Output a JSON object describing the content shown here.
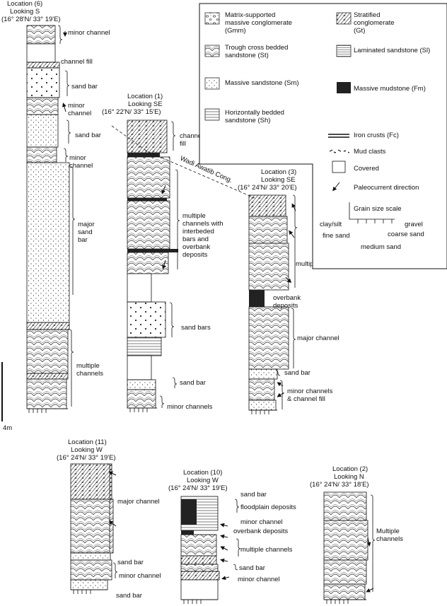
{
  "columns": {
    "loc6": {
      "title": "Location (6)",
      "looking": "Looking S",
      "coords": "(16° 28'N/ 33° 19'E)",
      "labels": [
        "minor channel",
        "channel fill",
        "sand bar",
        "minor channel",
        "sand bar",
        "minor channel",
        "major sand bar",
        "multiple channels"
      ]
    },
    "loc1": {
      "title": "Location (1)",
      "looking": "Looking SE",
      "coords": "(16° 22'N/ 33° 15'E)",
      "labels": [
        "channel fill",
        "multiple channels with interbeded bars and overbank deposits",
        "sand bars",
        "sand bar",
        "minor channels"
      ]
    },
    "loc3": {
      "title": "Location (3)",
      "looking": "Looking SE",
      "coords": "(16° 24'N/ 33° 20'E)",
      "labels": [
        "multiple channels fill",
        "overbank deposits",
        "major channel",
        "sand bar",
        "minor channels & channel fill"
      ]
    },
    "loc11": {
      "title": "Location (11)",
      "looking": "Looking W",
      "coords": "(16° 24'N/ 33° 19'E)",
      "labels": [
        "major channel",
        "sand bar",
        "minor channel",
        "sand bar"
      ]
    },
    "loc10": {
      "title": "Location (10)",
      "looking": "Looking W",
      "coords": "(16° 24'N/ 33° 19'E)",
      "labels": [
        "sand bar",
        "floodplain deposits",
        "minor channel",
        "overbank deposits",
        "multiple channels",
        "sand bar",
        "minor channel"
      ]
    },
    "loc2": {
      "title": "Location (2)",
      "looking": "Looking N",
      "coords": "(16° 24'N/ 33° 18'E)",
      "labels": [
        "Multiple channels"
      ]
    }
  },
  "correlation_label": "Wadi Awatib Cong.",
  "scale_label": "4m",
  "legend": {
    "items": [
      "Matrix-supported massive conglomerate (Gmm)",
      "Stratified conglomerate (Gt)",
      "Trough cross bedded sandstone (St)",
      "Laminated sandstone (Sl)",
      "Massive sandstone (Sm)",
      "Massive mudstone (Fm)",
      "Horizontally bedded sandstone (Sh)",
      "Iron crusts (Fc)",
      "Mud clasts",
      "Covered",
      "Paleocurrent direction"
    ],
    "grain_title": "Grain size scale",
    "grain_classes": [
      "clay/silt",
      "fine sand",
      "medium sand",
      "coarse sand",
      "gravel"
    ]
  }
}
